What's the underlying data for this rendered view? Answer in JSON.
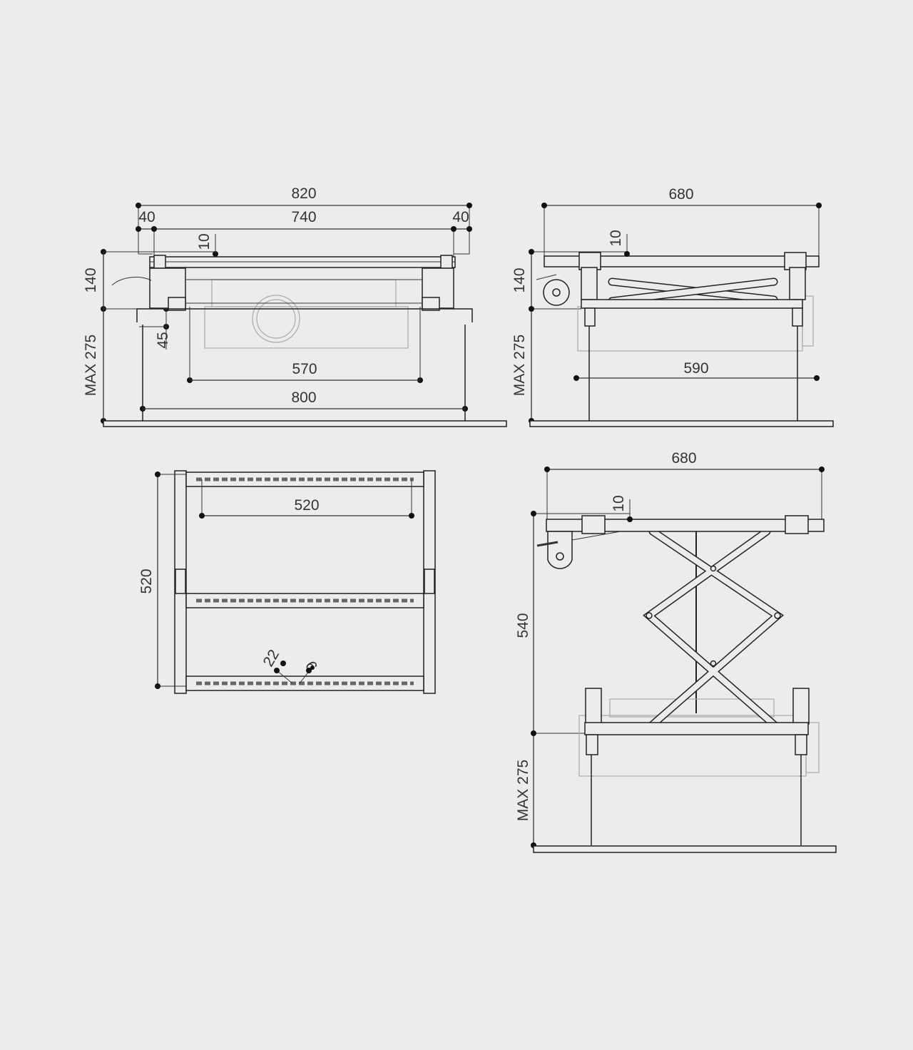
{
  "front_view": {
    "overall_width": "820",
    "left_offset": "40",
    "inner_width": "740",
    "right_offset": "40",
    "plate_thickness": "10",
    "frame_height": "140",
    "max_drop": "MAX 275",
    "bracket_offset": "45",
    "projector_span": "570",
    "rod_span": "800"
  },
  "side_view": {
    "overall_width": "680",
    "plate_thickness": "10",
    "frame_height": "140",
    "max_drop": "MAX 275",
    "rod_span": "590"
  },
  "top_view": {
    "slot_span": "520",
    "frame_depth": "520",
    "hole_large": "22",
    "hole_small": "9"
  },
  "extended_view": {
    "overall_width": "680",
    "plate_thickness": "10",
    "lift_travel": "540",
    "max_drop": "MAX 275"
  },
  "colors": {
    "background": "#ececec",
    "line": "#222222"
  }
}
